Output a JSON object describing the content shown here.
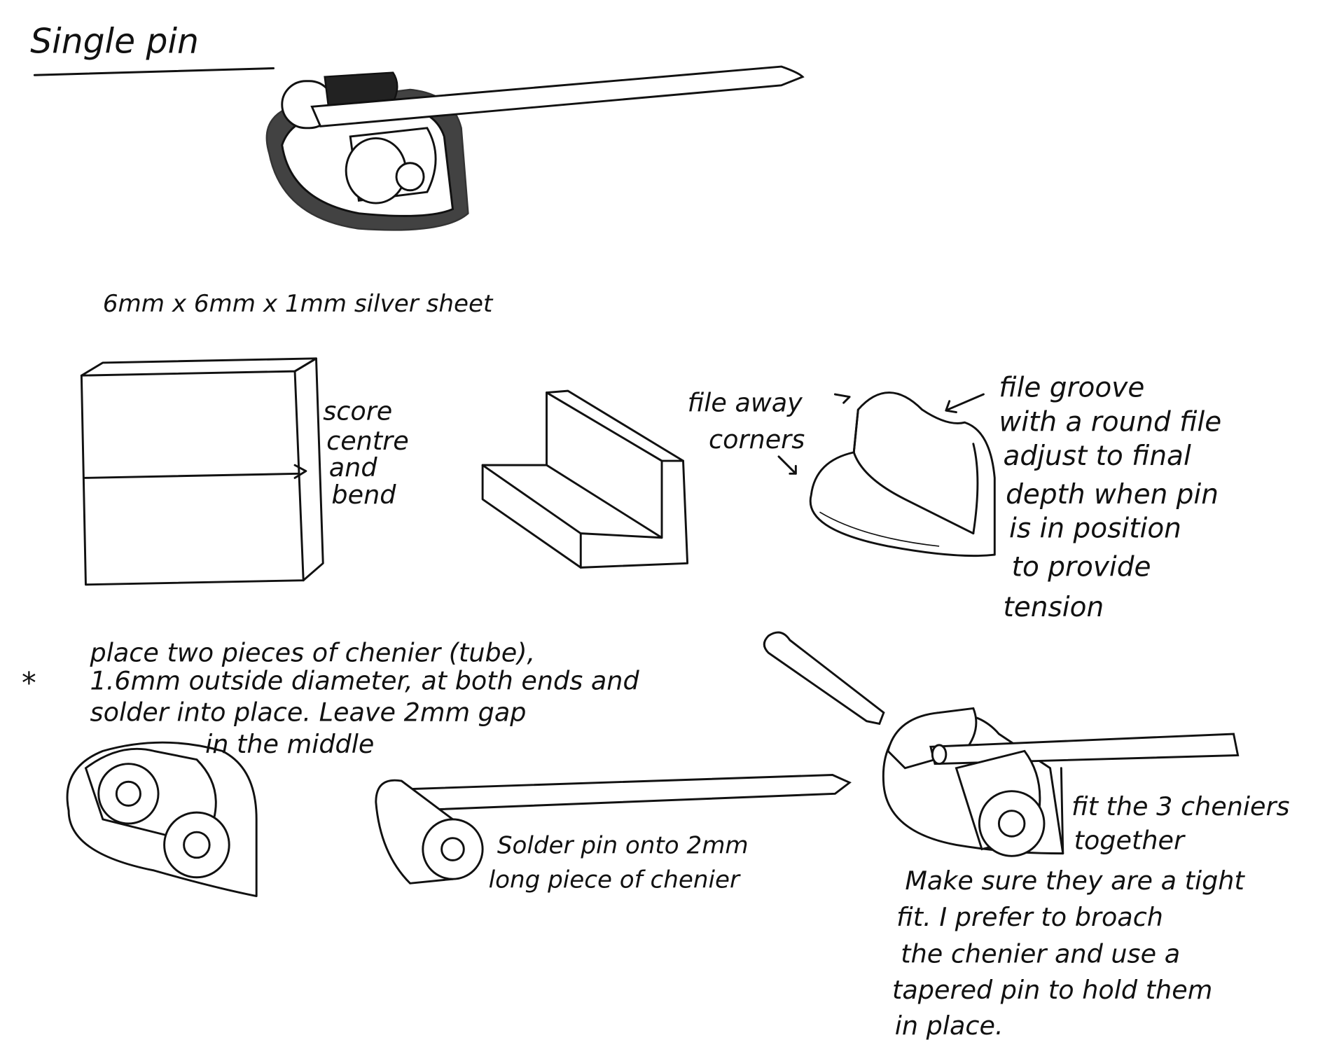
{
  "title": "Single pin",
  "sheet_label": "6mm x 6mm x 1mm silver sheet",
  "score_note": [
    "score",
    "centre",
    "and",
    "bend"
  ],
  "file_corners_note": [
    "file away",
    "corners"
  ],
  "groove_note": [
    "file groove",
    "with a round file",
    "adjust to final",
    "depth when pin",
    "is in position",
    "to provide",
    "tension"
  ],
  "chenier_note": [
    "place two pieces of chenier (tube),",
    "1.6mm outside diameter, at both ends and",
    "solder into place. Leave 2mm gap",
    "in the middle"
  ],
  "asterisk": "*",
  "solder_note": [
    "Solder pin onto 2mm",
    "long piece of chenier"
  ],
  "fit_note": [
    "fit the 3 cheniers",
    "together"
  ],
  "tight_note": [
    "Make sure they are a tight",
    "fit. I prefer to broach",
    "the chenier and use a",
    "tapered pin to hold them",
    "in place."
  ]
}
